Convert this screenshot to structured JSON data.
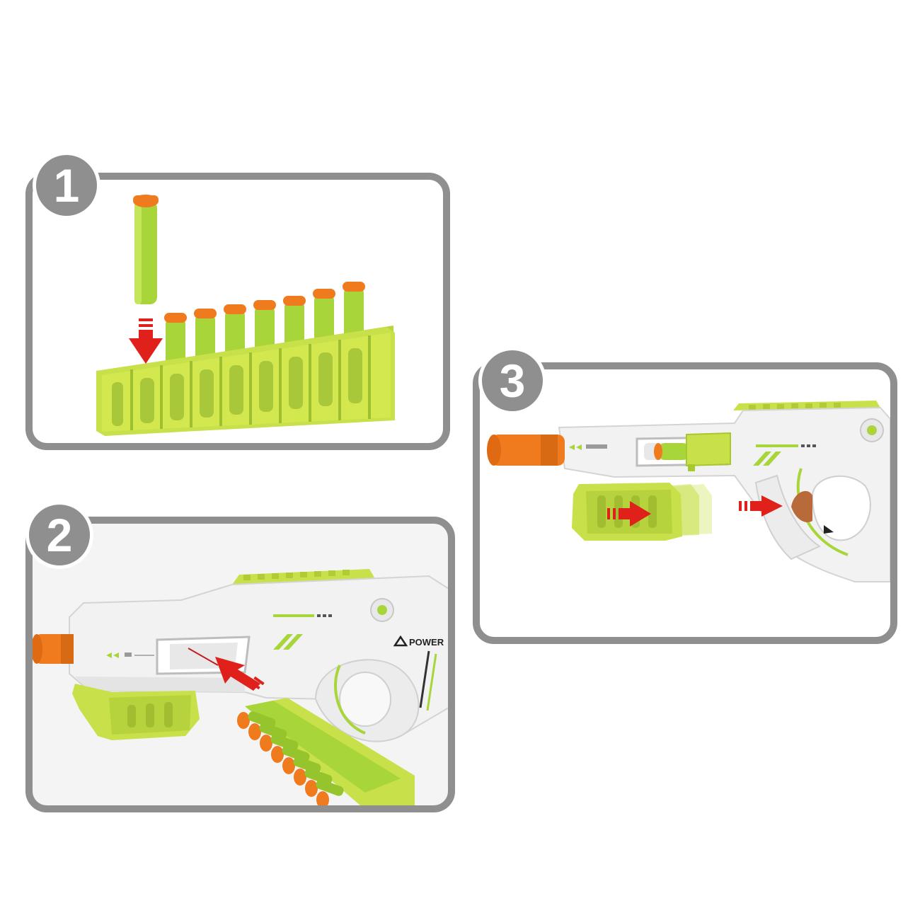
{
  "steps": [
    {
      "number": "1"
    },
    {
      "number": "2"
    },
    {
      "number": "3"
    }
  ],
  "blaster": {
    "brand_label": "POWER"
  },
  "colors": {
    "frame": "#8f8f8f",
    "dart_body": "#a8d63a",
    "dart_tip": "#f07a1e",
    "clip": "#c8e04a",
    "arrow": "#e0201a",
    "blaster_body": "#f2f2f2"
  }
}
